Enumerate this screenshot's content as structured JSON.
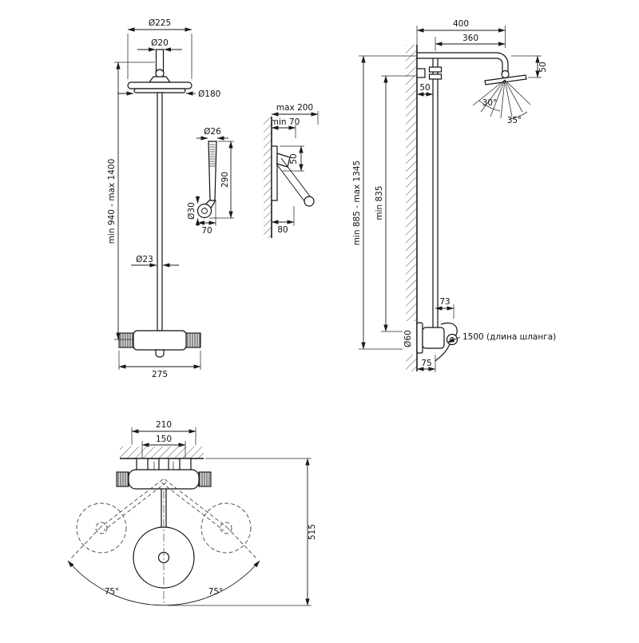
{
  "title": "Shower system technical drawing",
  "views": {
    "front": {
      "head_dia": "Ø225",
      "stem_dia": "Ø20",
      "face_dia": "Ø180",
      "height_range": "min 940 - max 1400",
      "pipe_dia": "Ø23",
      "mixer_width": "275"
    },
    "hand_shower": {
      "handle_dia": "Ø26",
      "length": "290",
      "head_dia": "Ø30",
      "head_width": "70"
    },
    "bracket": {
      "max_offset": "max 200",
      "min_offset": "min 70",
      "slot": "50",
      "depth": "80"
    },
    "side": {
      "arm_reach": "400",
      "arm_span": "360",
      "head_drop": "50",
      "wall_gap": "50",
      "angle_inner": "30°",
      "angle_outer": "35°",
      "height_range": "min 885 - max 1345",
      "height_min": "min 835",
      "holder_offset": "73",
      "escutcheon_dia": "Ø60",
      "hose_note": "1500 (длина шланга)",
      "base_offset": "75"
    },
    "top": {
      "plate_width": "210",
      "centers": "150",
      "reach": "515",
      "swivel_left": "75°",
      "swivel_right": "75°"
    }
  }
}
